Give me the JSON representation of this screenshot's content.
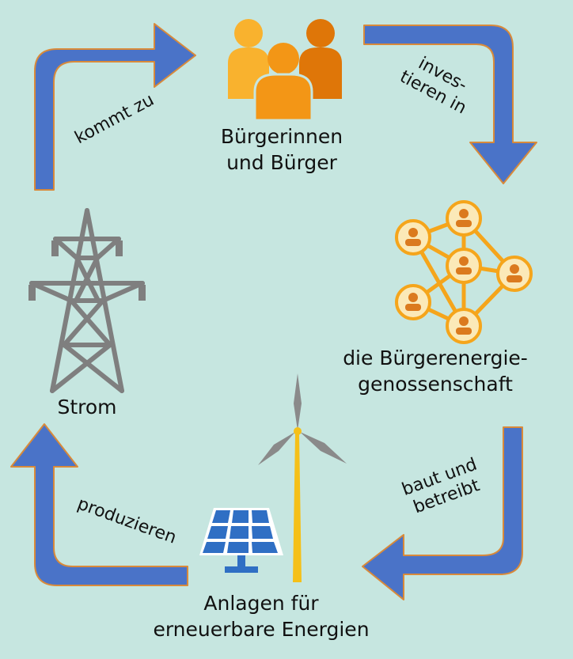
{
  "nodes": {
    "citizens": {
      "line1": "Bürgerinnen",
      "line2": "und Bürger"
    },
    "cooperative": {
      "line1": "die Bürgerenergie-",
      "line2": "genossenschaft"
    },
    "plants": {
      "line1": "Anlagen für",
      "line2": "erneuerbare Energien"
    },
    "power": {
      "label": "Strom"
    }
  },
  "arrows": {
    "invest": {
      "line1": "inves-",
      "line2": "tieren in"
    },
    "build": {
      "line1": "baut und",
      "line2": "betreibt"
    },
    "produce": {
      "label": "produzieren"
    },
    "comes_to": {
      "label": "kommt zu"
    }
  },
  "icons": {
    "citizens": "people-group-icon",
    "cooperative": "network-icon",
    "solar": "solar-panel-icon",
    "wind": "wind-turbine-icon",
    "power": "power-pylon-icon"
  },
  "colors": {
    "background": "#c6e6e0",
    "arrow_fill": "#4a73c8",
    "arrow_outline": "#d98a3a",
    "people_light": "#f9b22e",
    "people_mid": "#f39616",
    "people_dark": "#df7608",
    "network": "#f5a51b",
    "network_person": "#db7a1e",
    "solar_panel": "#2f6fc4",
    "turbine_tower": "#f5c018",
    "turbine_blade": "#8a8a8a",
    "pylon": "#7f7f7f"
  }
}
